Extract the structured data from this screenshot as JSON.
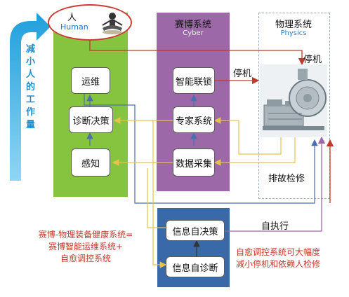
{
  "left_text": "减小人的工作量",
  "human": {
    "title": "人",
    "subtitle": "Human"
  },
  "cyber": {
    "title": "赛博系统",
    "subtitle": "Cyber"
  },
  "physics": {
    "title": "物理系统",
    "subtitle": "Physics"
  },
  "human_boxes": [
    "运维",
    "诊断决策",
    "感知"
  ],
  "cyber_boxes": [
    "智能联锁",
    "专家系统",
    "数据采集"
  ],
  "lower_boxes": [
    "信息自决策",
    "信息自诊断"
  ],
  "labels": {
    "stop_mid": "停机",
    "stop_top": "停机",
    "fault_repair": "排故检修",
    "self_exec": "自执行"
  },
  "caption_left": [
    "赛博-物理装备健康系统=",
    "赛博智能运维系统+",
    "自愈调控系统"
  ],
  "caption_right": [
    "自愈调控系统可大幅度",
    "减小停机和依赖人检修"
  ],
  "colors": {
    "green": "#86c440",
    "purple": "#9c68a8",
    "blue": "#3a69a9",
    "accent_red": "#c0392b",
    "arrow_cyan": "#2aa8e0"
  }
}
